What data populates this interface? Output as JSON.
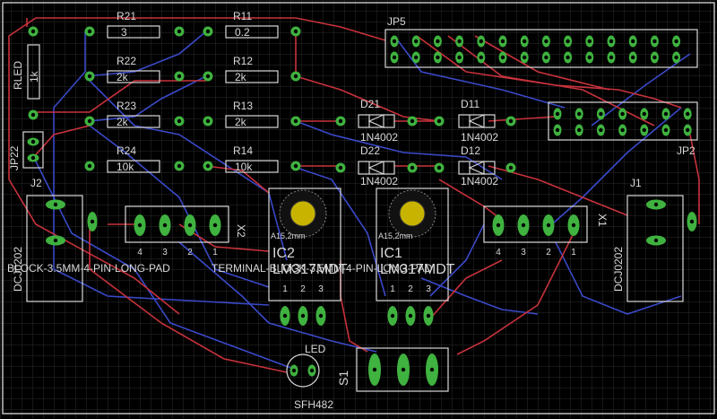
{
  "resistors": [
    {
      "name": "R21",
      "value": "3"
    },
    {
      "name": "R22",
      "value": "2k"
    },
    {
      "name": "R23",
      "value": "2k"
    },
    {
      "name": "R24",
      "value": "10k"
    },
    {
      "name": "R11",
      "value": "0.2"
    },
    {
      "name": "R12",
      "value": "2k"
    },
    {
      "name": "R13",
      "value": "2k"
    },
    {
      "name": "R14",
      "value": "10k"
    },
    {
      "name": "RLED",
      "value": "1k"
    }
  ],
  "diodes": [
    {
      "name": "D21",
      "value": "1N4002"
    },
    {
      "name": "D11",
      "value": "1N4002"
    },
    {
      "name": "D22",
      "value": "1N4002"
    },
    {
      "name": "D12",
      "value": "1N4002"
    }
  ],
  "headers": {
    "jp5": "JP5",
    "jp2": "JP2",
    "jp22": "JP22"
  },
  "jacks": {
    "j2": "J2",
    "j1": "J1",
    "j2_value": "DCJ0202",
    "j1_value": "DCJ0202"
  },
  "terminals": {
    "x2": "X2",
    "x1": "X1",
    "x2_value": "BLOCK-3.5MM-4-PIN-LONG-PAD",
    "x1_value": "TERMINAL-BLOCK-3.5MM-4-PIN-LONG-PAD",
    "pins": [
      "4",
      "3",
      "2",
      "1"
    ]
  },
  "regulators": [
    {
      "name": "IC2",
      "value": "LM317MDT",
      "heatsink": "A15,2mm",
      "pins": [
        "1",
        "2",
        "3"
      ]
    },
    {
      "name": "IC1",
      "value": "LM317MDT",
      "heatsink": "A15,2mm",
      "pins": [
        "1",
        "2",
        "3"
      ]
    }
  ],
  "led": {
    "name": "LED",
    "value": "SFH482"
  },
  "switch": {
    "name": "S1"
  },
  "colors": {
    "background": "#000000",
    "grid": "#2a2a2a",
    "pads": "#3fb23f",
    "top_copper": "#c8323c",
    "bottom_copper": "#3a49c8",
    "silkscreen": "#d8d8d8"
  }
}
